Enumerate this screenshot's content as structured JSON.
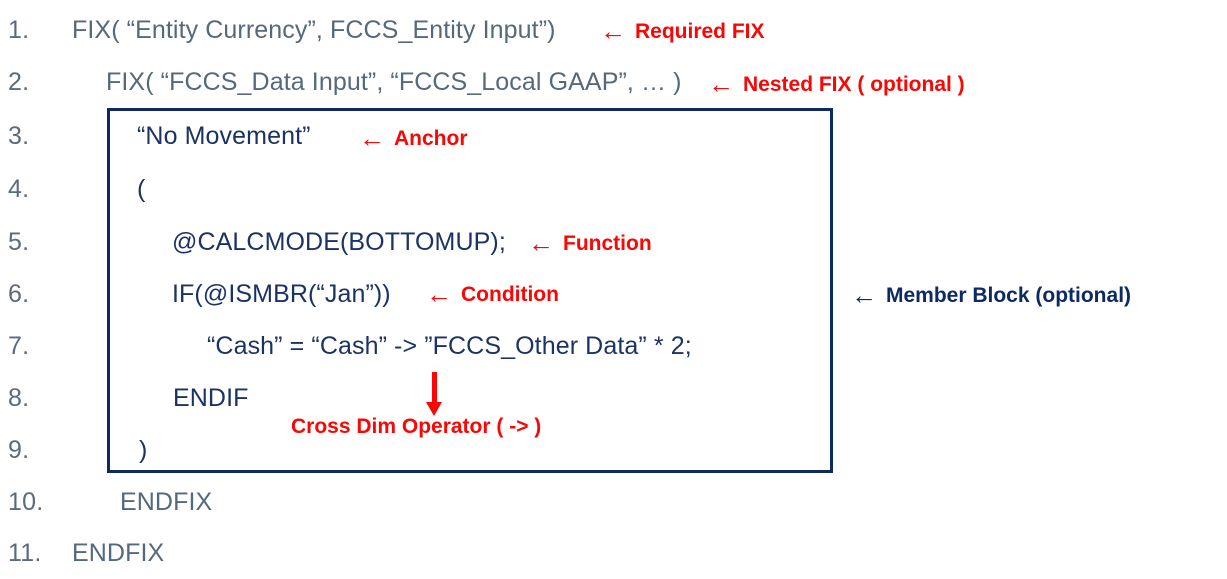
{
  "document": {
    "title": "Essbase Calculation Script Structure Diagram",
    "colors": {
      "outer_code": "#54697c",
      "inner_code": "#1b3364",
      "line_number": "#5b6b7b",
      "annotation_red": "#fb0505",
      "annotation_navy": "#0d2a63",
      "box_border": "#0d2a63",
      "background": "#ffffff"
    }
  },
  "code": {
    "lines": [
      {
        "number": "1.",
        "text": "FIX( “Entity Currency”, FCCS_Entity Input”)"
      },
      {
        "number": "2.",
        "text": "FIX( “FCCS_Data Input”, “FCCS_Local GAAP”, … )"
      },
      {
        "number": "3.",
        "text": "“No Movement”"
      },
      {
        "number": "4.",
        "text": "("
      },
      {
        "number": "5.",
        "text": "@CALCMODE(BOTTOMUP);"
      },
      {
        "number": "6.",
        "text": "IF(@ISMBR(“Jan”))"
      },
      {
        "number": "7.",
        "text": "“Cash” = “Cash” -> ”FCCS_Other Data” * 2;"
      },
      {
        "number": "8.",
        "text": "ENDIF"
      },
      {
        "number": "9.",
        "text": ")"
      },
      {
        "number": "10.",
        "text": "ENDFIX"
      },
      {
        "number": "11.",
        "text": "ENDFIX"
      }
    ]
  },
  "annotations": {
    "required_fix": {
      "arrow": "←",
      "label": "Required FIX"
    },
    "nested_fix": {
      "arrow": "←",
      "label": "Nested FIX ( optional )"
    },
    "anchor": {
      "arrow": "←",
      "label": "Anchor"
    },
    "function": {
      "arrow": "←",
      "label": "Function"
    },
    "condition": {
      "arrow": "←",
      "label": "Condition"
    },
    "member_block": {
      "arrow": "←",
      "label": "Member Block (optional)"
    },
    "cross_dim": {
      "arrow": "↓",
      "label": "Cross Dim Operator ( -> )"
    }
  }
}
